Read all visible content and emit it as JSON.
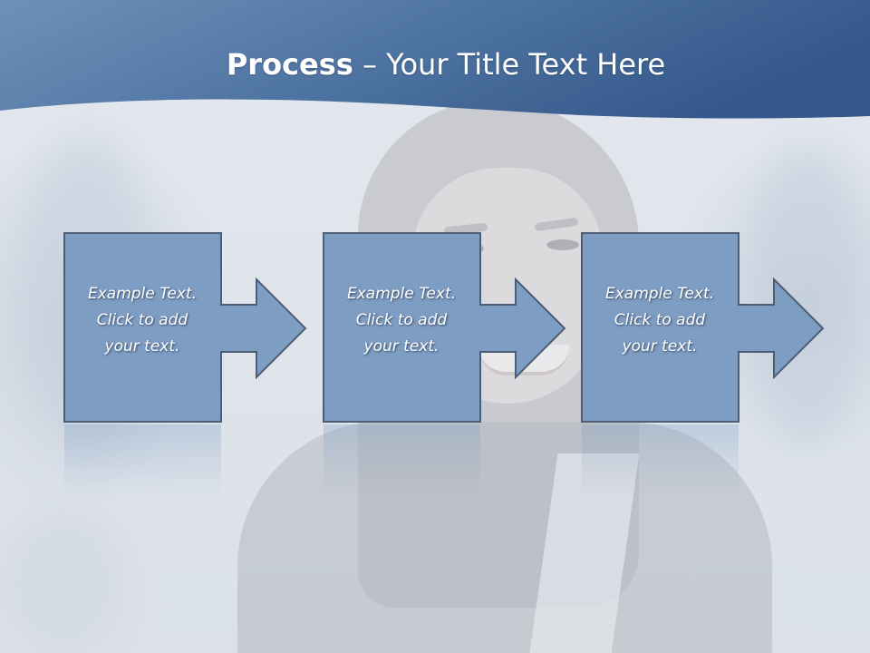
{
  "slide": {
    "title": {
      "bold": "Process",
      "rest": " – Your Title Text Here"
    },
    "steps": [
      {
        "lines": [
          "Example Text.",
          "Click  to add",
          "your text."
        ]
      },
      {
        "lines": [
          "Example Text.",
          "Click  to add",
          "your text."
        ]
      },
      {
        "lines": [
          "Example Text.",
          "Click  to add",
          "your text."
        ]
      }
    ]
  },
  "colors": {
    "header_dark": "#3f6596",
    "header_light": "#6f90b8",
    "box_fill": "#7e9dc3",
    "box_border": "#4d5e74",
    "title_text": "#ffffff"
  }
}
